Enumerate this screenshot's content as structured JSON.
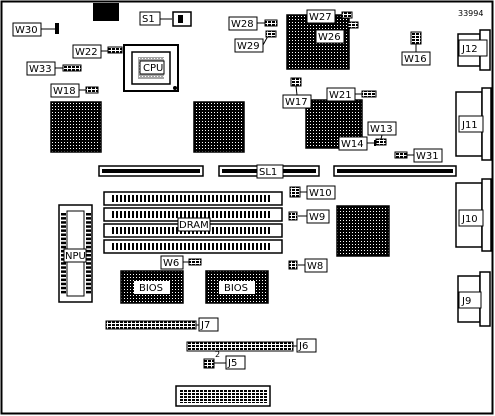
{
  "figure_id": "33994",
  "chips": {
    "cpu": "CPU",
    "npu": "NPU",
    "dram": "DRAM",
    "bios_left": "BIOS",
    "bios_right": "BIOS",
    "slot": "SL1"
  },
  "switches": {
    "s1": "S1"
  },
  "jumpers": {
    "w30": "W30",
    "w22": "W22",
    "w33": "W33",
    "w18": "W18",
    "w28": "W28",
    "w29": "W29",
    "w27": "W27",
    "w26": "W26",
    "w16": "W16",
    "w17": "W17",
    "w21": "W21",
    "w13": "W13",
    "w14": "W14",
    "w31": "W31",
    "w10": "W10",
    "w9": "W9",
    "w8": "W8",
    "w6": "W6"
  },
  "connectors": {
    "j12": "J12",
    "j11": "J11",
    "j10": "J10",
    "j9": "J9",
    "j7": "J7",
    "j6": "J6",
    "j5": "J5"
  },
  "pin_marks": {
    "j5_pin": "2"
  }
}
